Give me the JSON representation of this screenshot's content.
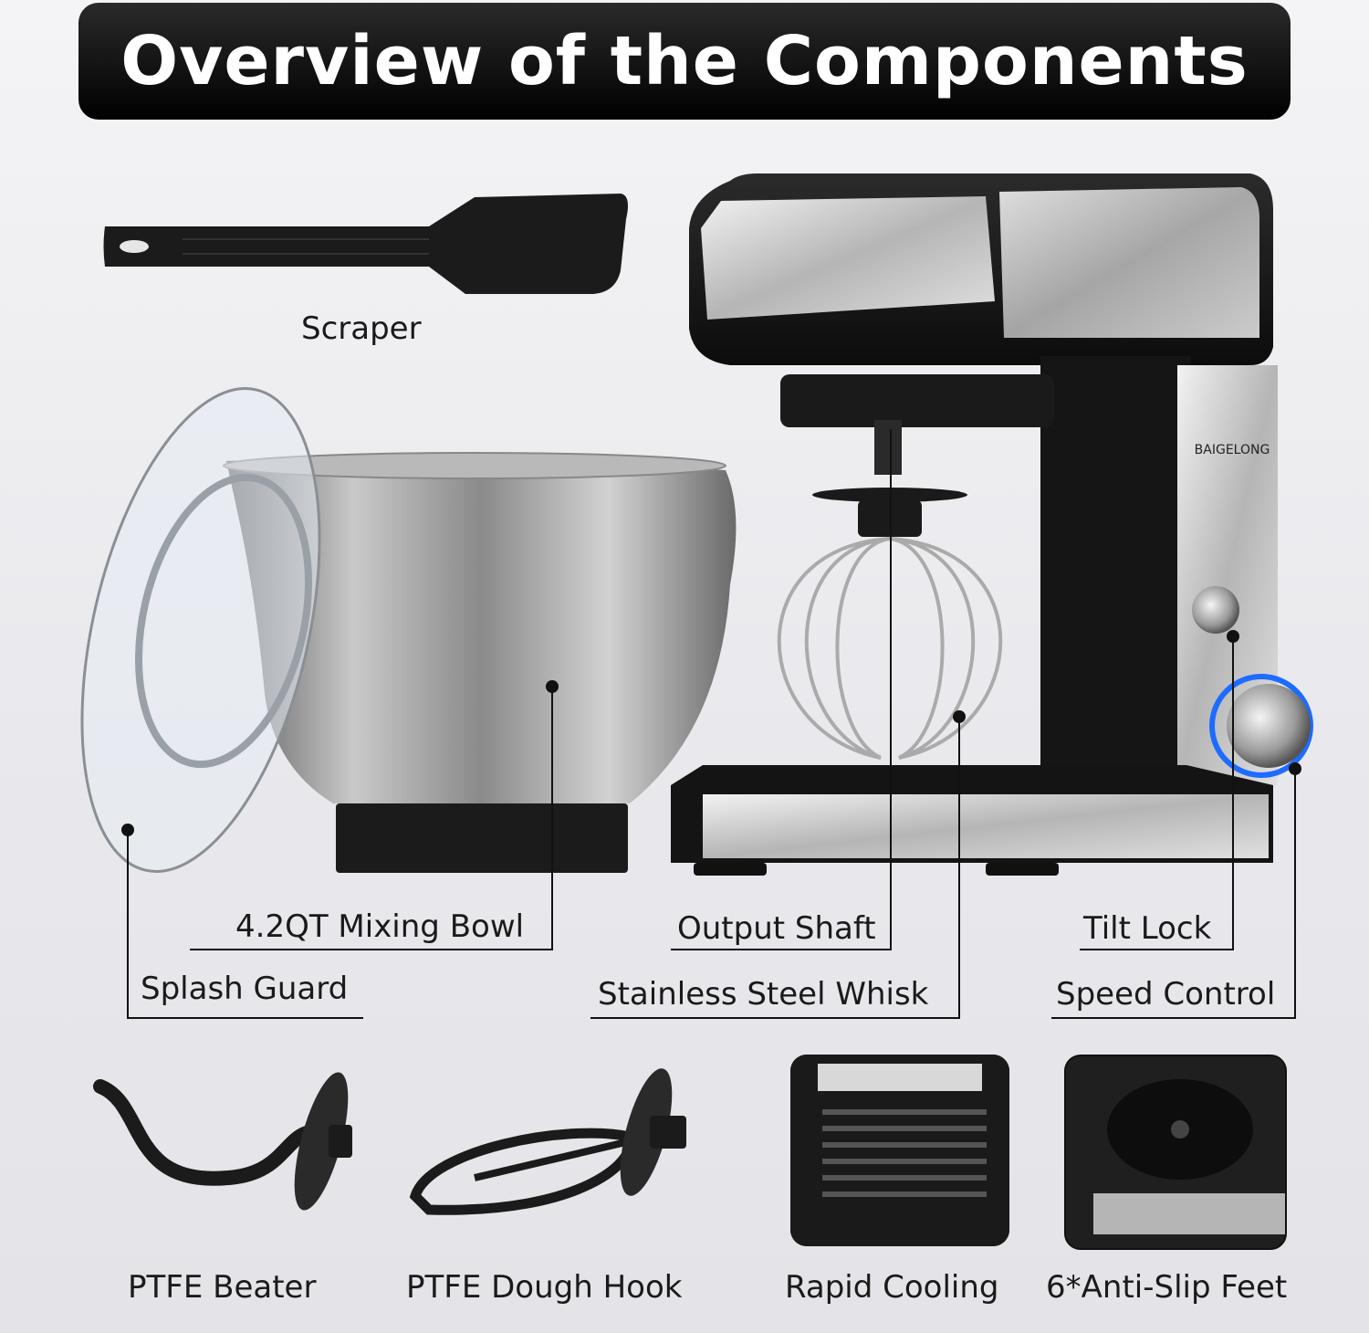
{
  "title": "Overview of the Components",
  "brand_text": "BAIGELONG",
  "components": {
    "scraper": "Scraper",
    "mixing_bowl": "4.2QT Mixing Bowl",
    "splash_guard": "Splash Guard",
    "output_shaft": "Output Shaft",
    "stainless_steel_whisk": "Stainless Steel Whisk",
    "tilt_lock": "Tilt Lock",
    "speed_control": "Speed Control"
  },
  "accessories": {
    "ptfe_beater": "PTFE Beater",
    "ptfe_dough_hook": "PTFE Dough Hook",
    "rapid_cooling": "Rapid Cooling",
    "anti_slip_feet": "6*Anti-Slip Feet"
  },
  "colors": {
    "banner": "#111111",
    "speed_ring": "#1e6bff"
  }
}
